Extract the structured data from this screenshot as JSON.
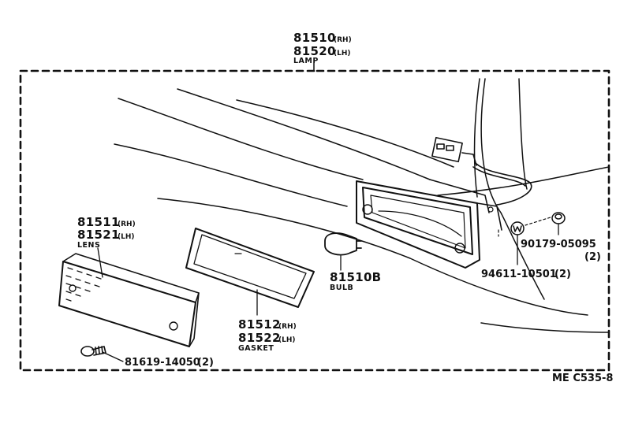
{
  "diagram": {
    "lamp": {
      "rh": "81510",
      "rh_side": "(RH)",
      "lh": "81520",
      "lh_side": "(LH)",
      "caption": "LAMP"
    },
    "lens": {
      "rh": "81511",
      "rh_side": "(RH)",
      "lh": "81521",
      "lh_side": "(LH)",
      "caption": "LENS"
    },
    "gasket": {
      "rh": "81512",
      "rh_side": "(RH)",
      "lh": "81522",
      "lh_side": "(LH)",
      "caption": "GASKET"
    },
    "bulb": {
      "number": "81510B",
      "caption": "BULB"
    },
    "screw": {
      "number": "81619-14050",
      "qty": "(2)"
    },
    "clip": {
      "number": "90179-05095",
      "qty": "(2)"
    },
    "nut": {
      "number": "94611-10501",
      "qty": "(2)"
    },
    "reference": "ME C535-8"
  },
  "colors": {
    "ink": "#111111",
    "background": "#ffffff"
  }
}
